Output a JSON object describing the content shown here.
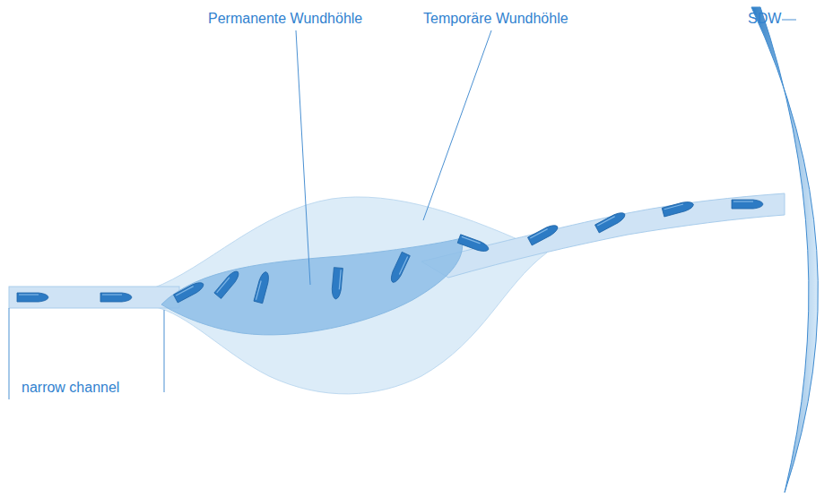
{
  "diagram": {
    "labels": [
      "Permanente Wundhöhle",
      "Temporäre Wundhöhle",
      "SDW",
      "narrow channel"
    ]
  }
}
